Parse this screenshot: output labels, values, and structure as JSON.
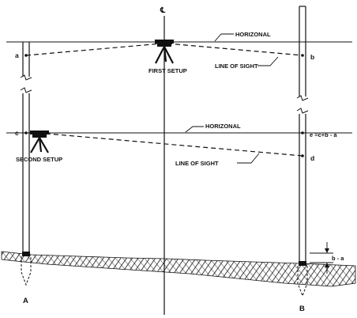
{
  "labels": {
    "centerline": "℄",
    "horizontal_top": "HORIZONAL",
    "horizontal_mid": "HORIZONAL",
    "line_of_sight_top": "LINE OF SIGHT",
    "line_of_sight_mid": "LINE OF SIGHT",
    "first_setup": "FIRST SETUP",
    "second_setup": "SECOND SETUP",
    "point_a": "a",
    "point_b": "b",
    "point_c": "c",
    "point_d": "d",
    "point_e": "e =c+b - a",
    "diff": "b - a",
    "stake_A": "A",
    "stake_B": "B"
  }
}
